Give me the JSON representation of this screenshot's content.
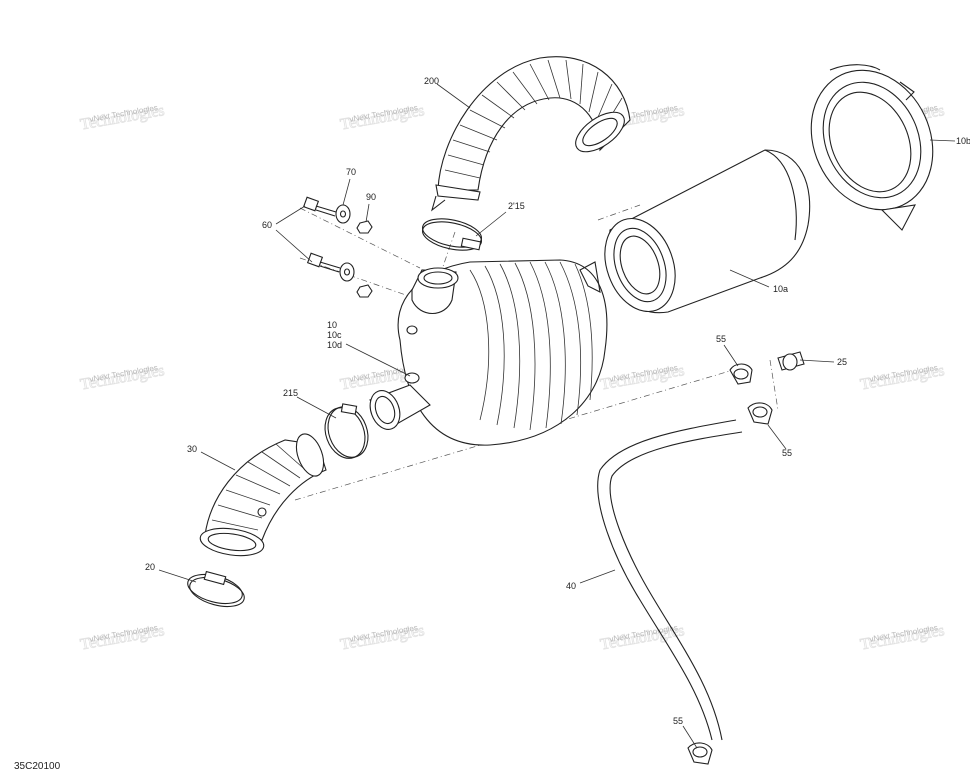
{
  "watermark_text": "vNext Technologies",
  "reference_code": "35C20100",
  "callouts": {
    "c200": "200",
    "c70": "70",
    "c90": "90",
    "c60": "60",
    "c215a": "2'15",
    "c10": "10",
    "c10c": "10c",
    "c10d": "10d",
    "c10a": "10a",
    "c10b": "10b",
    "c215b": "215",
    "c30": "30",
    "c20": "20",
    "c55a": "55",
    "c25": "25",
    "c55b": "55",
    "c40": "40",
    "c55c": "55"
  }
}
